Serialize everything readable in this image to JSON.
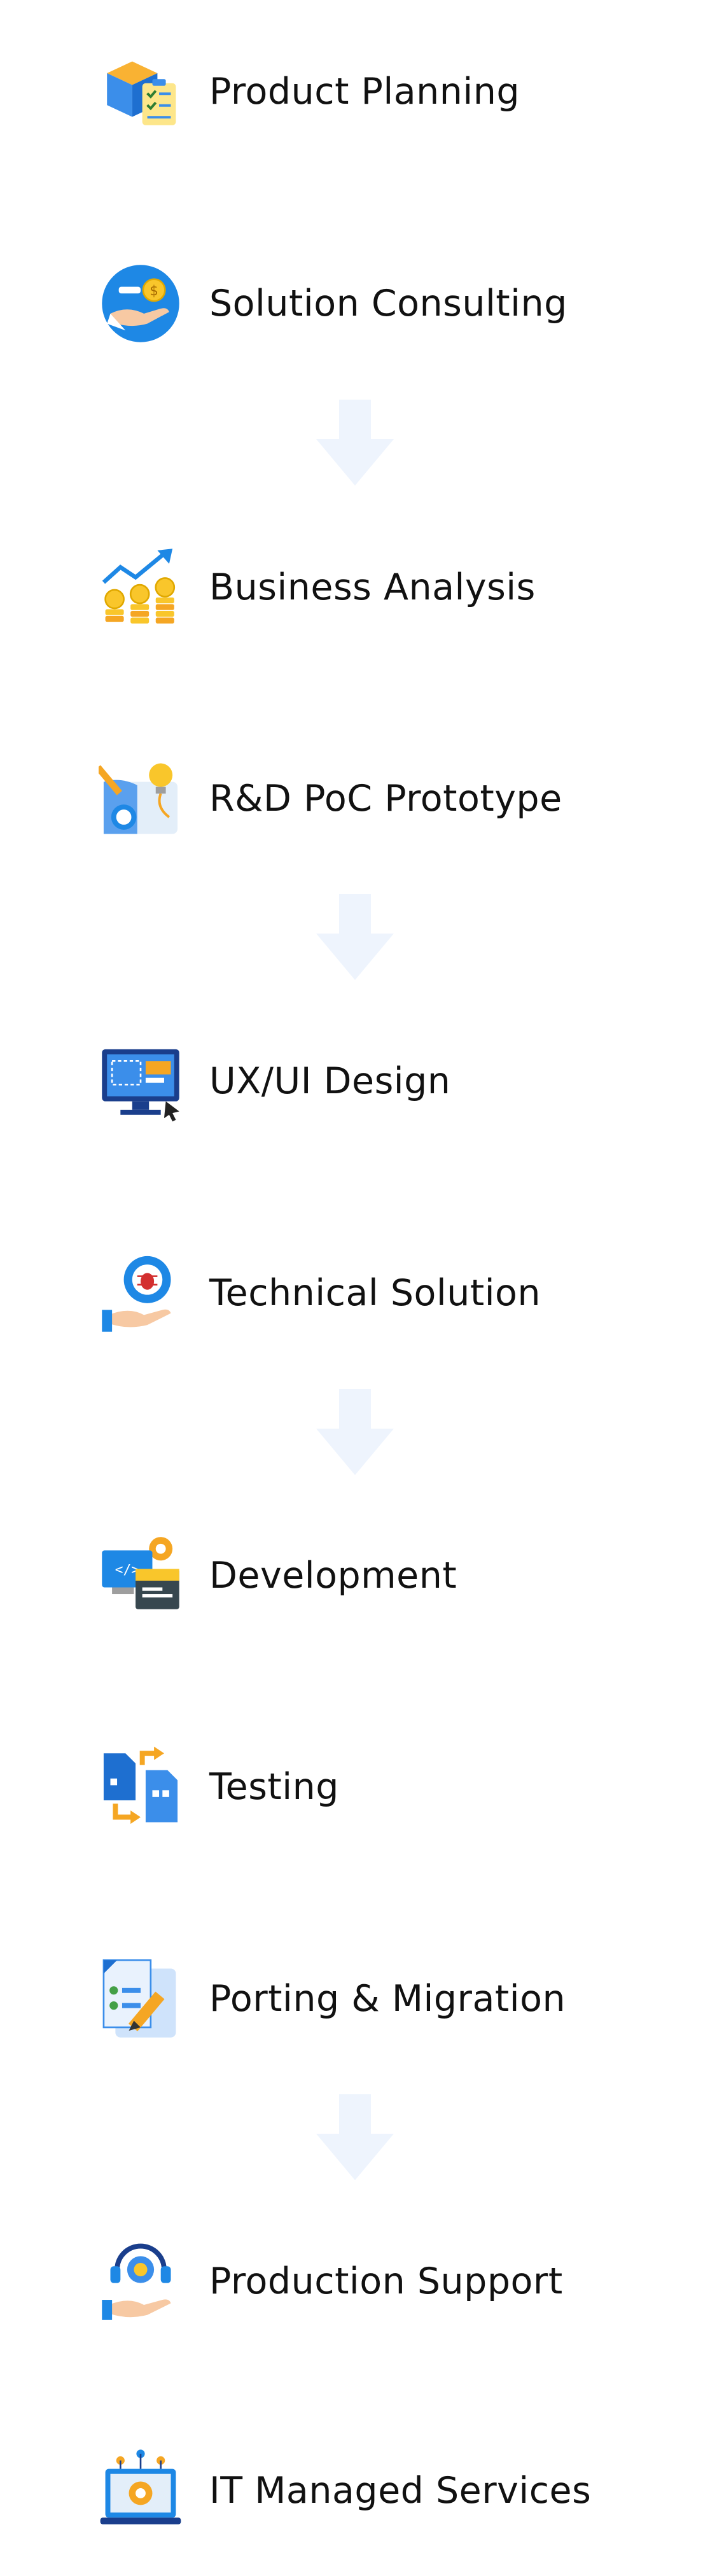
{
  "steps": [
    {
      "label": "Product Planning",
      "icon": "product-planning-icon"
    },
    {
      "label": "Solution Consulting",
      "icon": "solution-consulting-icon"
    },
    {
      "label": "Business Analysis",
      "icon": "business-analysis-icon"
    },
    {
      "label": "R&D PoC Prototype",
      "icon": "prototype-icon"
    },
    {
      "label": "UX/UI Design",
      "icon": "ux-ui-design-icon"
    },
    {
      "label": "Technical Solution",
      "icon": "technical-solution-icon"
    },
    {
      "label": "Development",
      "icon": "development-icon"
    },
    {
      "label": "Testing",
      "icon": "testing-icon"
    },
    {
      "label": "Porting & Migration",
      "icon": "porting-migration-icon"
    },
    {
      "label": "Production Support",
      "icon": "production-support-icon"
    },
    {
      "label": "IT Managed Services",
      "icon": "it-managed-services-icon"
    }
  ],
  "colors": {
    "text": "#111111",
    "arrow": "#eef4fd",
    "blue": "#1e88e5",
    "light_blue": "#64b5f6",
    "orange": "#f5a623",
    "yellow": "#f9c62b",
    "skin": "#f7c9a3"
  }
}
